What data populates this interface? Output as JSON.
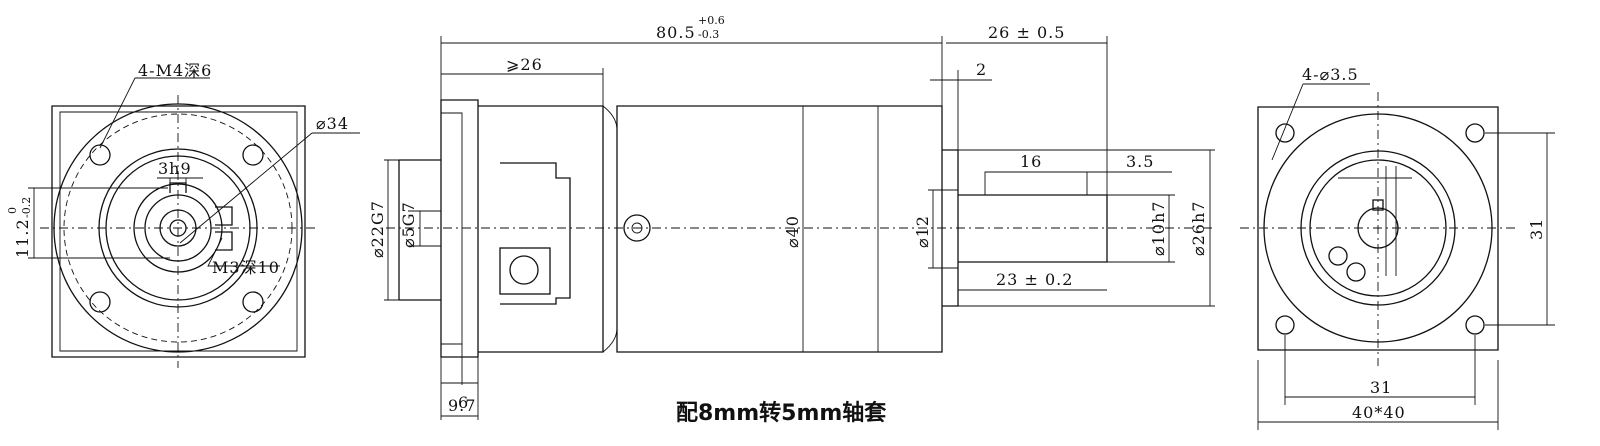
{
  "front_view": {
    "thread_label": "4-M4深6",
    "diameter_label": "⌀34",
    "key_label": "3h9",
    "shaft_offset_label": "11.2",
    "shaft_offset_tol_upper": "0",
    "shaft_offset_tol_lower": "-0.2",
    "set_screw_label": "M3深10"
  },
  "side_view": {
    "overall_length": "80.5",
    "overall_tol_upper": "+0.6",
    "overall_tol_lower": "-0.3",
    "shaft_extension": "26 ± 0.5",
    "min_insert": "⩾26",
    "step": "2",
    "key_length": "16",
    "key_offset": "3.5",
    "shaft_length": "23 ± 0.2",
    "bore_dia": "⌀22G7",
    "input_dia": "⌀5G7",
    "body_dia": "⌀40",
    "pilot_dia": "⌀12",
    "shaft_dia": "⌀10h7",
    "spigot_dia": "⌀26h7",
    "flange_thk": "6",
    "flange_total": "9.7"
  },
  "rear_view": {
    "hole_label": "4-⌀3.5",
    "vertical_pitch": "31",
    "horizontal_pitch": "31",
    "square_size": "40*40"
  },
  "caption": "配8mm转5mm轴套"
}
